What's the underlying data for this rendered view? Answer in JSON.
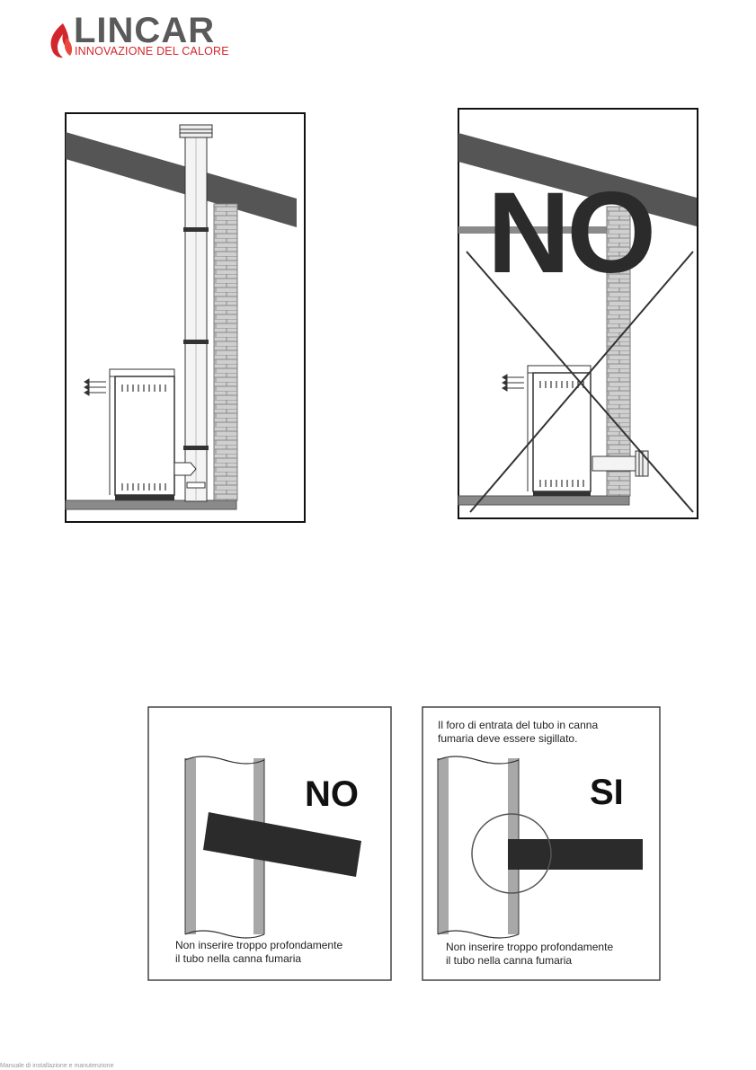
{
  "brand": {
    "name": "LINCAR",
    "tagline": "INNOVAZIONE DEL CALORE",
    "accent_color": "#d0262c",
    "text_color": "#5a5a5a",
    "icon": "flame-icon"
  },
  "figures": {
    "chimney_wrong_label": "NO",
    "pipe_wrong": {
      "label": "NO",
      "caption_line1": "Non inserire troppo profondamente",
      "caption_line2": "il tubo nella canna fumaria"
    },
    "pipe_right": {
      "label": "SI",
      "note_line1": "Il foro di entrata del tubo in canna",
      "note_line2": "fumaria deve essere sigillato.",
      "caption_line1": "Non inserire troppo profondamente",
      "caption_line2": "il tubo nella canna fumaria"
    }
  },
  "footer": {
    "text": "Manuale di installazione e manutenzione"
  }
}
